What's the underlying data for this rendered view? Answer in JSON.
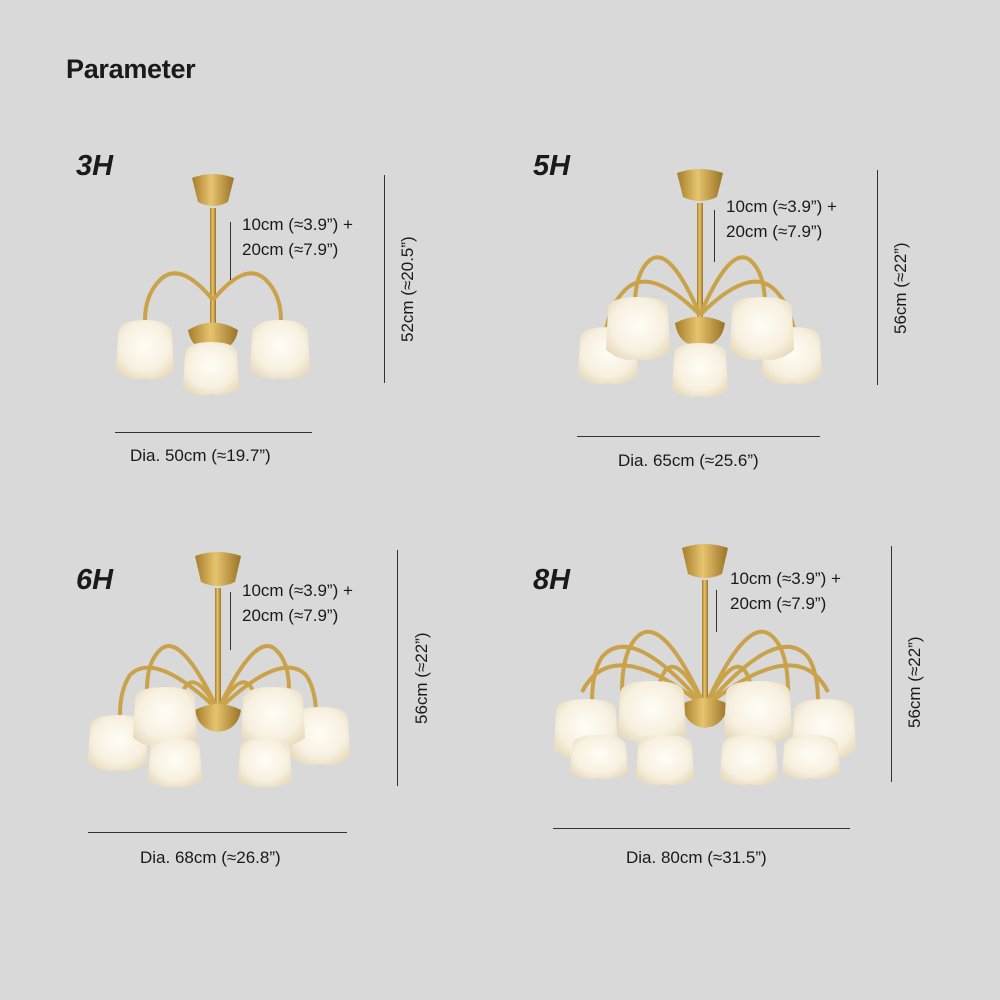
{
  "title": "Parameter",
  "variants": [
    {
      "label": "3H",
      "drop": [
        "10cm (≈3.9”) +",
        "20cm (≈7.9”)"
      ],
      "height": "52cm (≈20.5”)",
      "diameter": "Dia. 50cm (≈19.7”)"
    },
    {
      "label": "5H",
      "drop": [
        "10cm (≈3.9”) +",
        "20cm (≈7.9”)"
      ],
      "height": "56cm (≈22”)",
      "diameter": "Dia. 65cm (≈25.6”)"
    },
    {
      "label": "6H",
      "drop": [
        "10cm (≈3.9”) +",
        "20cm (≈7.9”)"
      ],
      "height": "56cm (≈22”)",
      "diameter": "Dia. 68cm (≈26.8”)"
    },
    {
      "label": "8H",
      "drop": [
        "10cm (≈3.9”) +",
        "20cm (≈7.9”)"
      ],
      "height": "56cm (≈22”)",
      "diameter": "Dia. 80cm (≈31.5”)"
    }
  ],
  "colors": {
    "brass": "#c9a24a",
    "glass": "#fbf7ee",
    "line": "#333333"
  }
}
